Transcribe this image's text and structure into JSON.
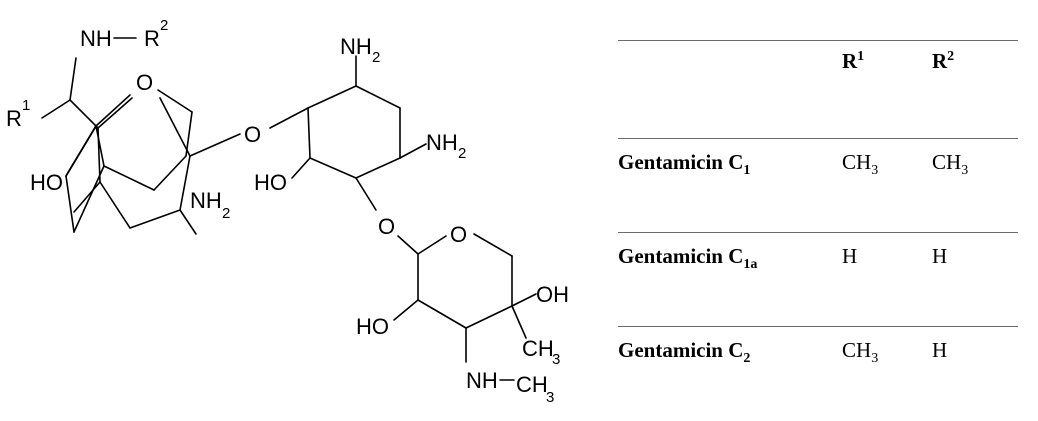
{
  "structure_labels": {
    "nh_r2_nh": "NH",
    "nh_r2_r": "R",
    "nh_r2_sup": "2",
    "r1_r": "R",
    "r1_sup": "1",
    "ring1_o": "O",
    "ho_left": "HO",
    "nh2_bottom_left_main": "NH",
    "nh2_bottom_left_sub": "2",
    "bridge_o_1": "O",
    "nh2_top": "NH",
    "nh2_top_sub": "2",
    "nh2_right": "NH",
    "nh2_right_sub": "2",
    "ho_middle": "HO",
    "bridge_o_2": "O",
    "ring3_o": "O",
    "oh_right": "OH",
    "ho_bottom": "HO",
    "ch3_bottom": "CH",
    "ch3_bottom_sub": "3",
    "nh_ch3_nh": "NH",
    "nh_ch3_ch": "CH",
    "nh_ch3_sub": "3"
  },
  "table": {
    "headers": {
      "r1_main": "R",
      "r1_sup": "1",
      "r2_main": "R",
      "r2_sup": "2"
    },
    "rows": [
      {
        "name_main": "Gentamicin C",
        "name_sub": "1",
        "r1_main": "CH",
        "r1_sub": "3",
        "r2_main": "CH",
        "r2_sub": "3"
      },
      {
        "name_main": "Gentamicin C",
        "name_sub": "1a",
        "r1_main": "H",
        "r1_sub": "",
        "r2_main": "H",
        "r2_sub": ""
      },
      {
        "name_main": "Gentamicin C",
        "name_sub": "2",
        "r1_main": "CH",
        "r1_sub": "3",
        "r2_main": "H",
        "r2_sub": ""
      }
    ]
  }
}
